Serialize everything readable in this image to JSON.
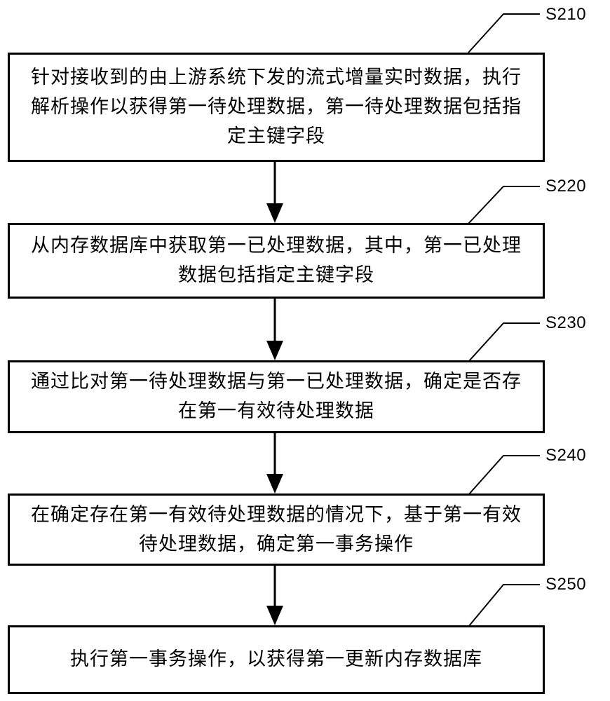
{
  "steps": [
    {
      "id": "S210",
      "label": "S210",
      "text": "针对接收到的由上游系统下发的流式增量实时数据，执行解析操作以获得第一待处理数据，第一待处理数据包括指定主键字段"
    },
    {
      "id": "S220",
      "label": "S220",
      "text": "从内存数据库中获取第一已处理数据，其中，第一已处理数据包括指定主键字段"
    },
    {
      "id": "S230",
      "label": "S230",
      "text": "通过比对第一待处理数据与第一已处理数据，确定是否存在第一有效待处理数据"
    },
    {
      "id": "S240",
      "label": "S240",
      "text": "在确定存在第一有效待处理数据的情况下，基于第一有效待处理数据，确定第一事务操作"
    },
    {
      "id": "S250",
      "label": "S250",
      "text": "执行第一事务操作，以获得第一更新内存数据库"
    }
  ]
}
